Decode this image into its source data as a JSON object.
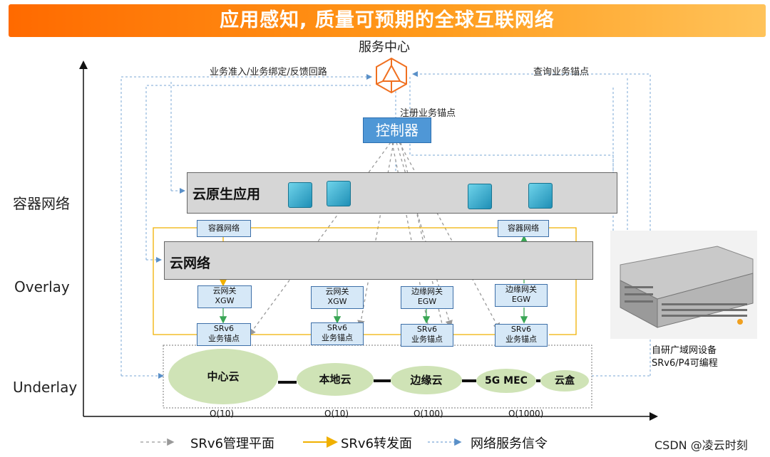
{
  "title": "应用感知, 质量可预期的全球互联网络",
  "axis_labels": {
    "container": "容器网络",
    "overlay": "Overlay",
    "underlay": "Underlay"
  },
  "service_center": "服务中心",
  "controller": "控制器",
  "annotations": {
    "admission": "业务准入/业务绑定/反馈回路",
    "query": "查询业务锚点",
    "register": "注册业务锚点"
  },
  "bands": {
    "cloud_native": "云原生应用",
    "cloud_network": "云网络"
  },
  "container_network_nodes": [
    "容器网络",
    "容器网络"
  ],
  "gateways": [
    {
      "line1": "云网关",
      "line2": "XGW"
    },
    {
      "line1": "云网关",
      "line2": "XGW"
    },
    {
      "line1": "边缘网关",
      "line2": "EGW"
    },
    {
      "line1": "边缘网关",
      "line2": "EGW"
    }
  ],
  "anchors": [
    {
      "line1": "SRv6",
      "line2": "业务锚点"
    },
    {
      "line1": "SRv6",
      "line2": "业务锚点"
    },
    {
      "line1": "SRv6",
      "line2": "业务锚点"
    },
    {
      "line1": "SRv6",
      "line2": "业务锚点"
    }
  ],
  "clouds": [
    "中心云",
    "本地云",
    "边缘云",
    "5G MEC",
    "云盒"
  ],
  "scale_labels": [
    "O(10)",
    "O(10)",
    "O(100)",
    "O(1000)"
  ],
  "device_caption": {
    "line1": "自研广域网设备",
    "line2": "SRv6/P4可编程"
  },
  "legend": [
    "SRv6管理平面",
    "SRv6转发面",
    "网络服务信令"
  ],
  "watermark": "CSDN @凌云时刻",
  "colors": {
    "title_start": "#ff6a00",
    "title_end": "#ffc35a",
    "forwarding": "#f5b400",
    "green_link": "#3aa655",
    "signal": "#7aa7d6",
    "mgmt": "#999999"
  }
}
